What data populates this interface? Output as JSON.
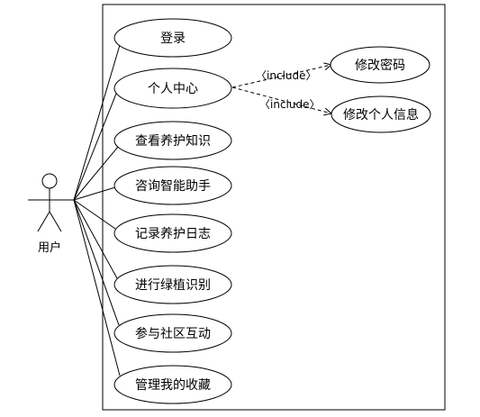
{
  "actor": {
    "name": "用户"
  },
  "use_cases": [
    "登录",
    "个人中心",
    "查看养护知识",
    "咨询智能助手",
    "记录养护日志",
    "进行绿植识别",
    "参与社区互动",
    "管理我的收藏"
  ],
  "included_use_cases": [
    "修改密码",
    "修改个人信息"
  ],
  "relationship": {
    "stereotype_1": "〈include〉",
    "stereotype_2": "〈include〉"
  }
}
